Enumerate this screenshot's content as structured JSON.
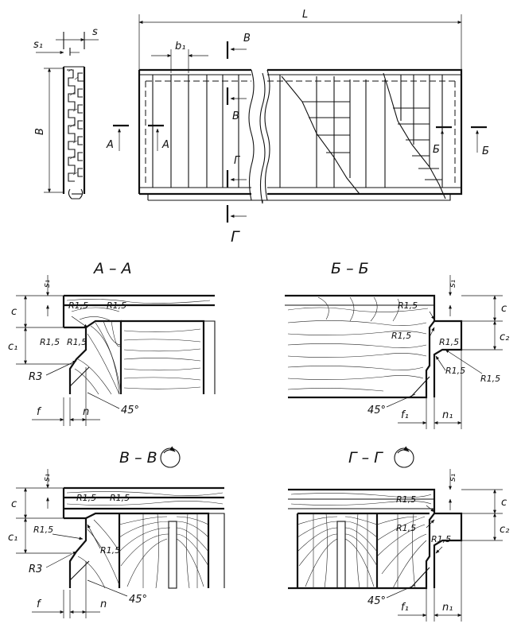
{
  "labels": {
    "L": "L",
    "s": "s",
    "s1": "s₁",
    "b1": "b₁",
    "B": "B",
    "A": "А",
    "Bcyr": "Б",
    "V": "В",
    "G": "Г",
    "c": "c",
    "c1": "c₁",
    "c2": "c₂",
    "f": "f",
    "f1": "f₁",
    "n": "n",
    "n1": "n₁",
    "R15": "R1,5",
    "R3": "R3",
    "deg45": "45°"
  },
  "sections": {
    "aa": "А – А",
    "bb": "Б – Б",
    "vv": "В – В",
    "gg": "Г – Г"
  }
}
